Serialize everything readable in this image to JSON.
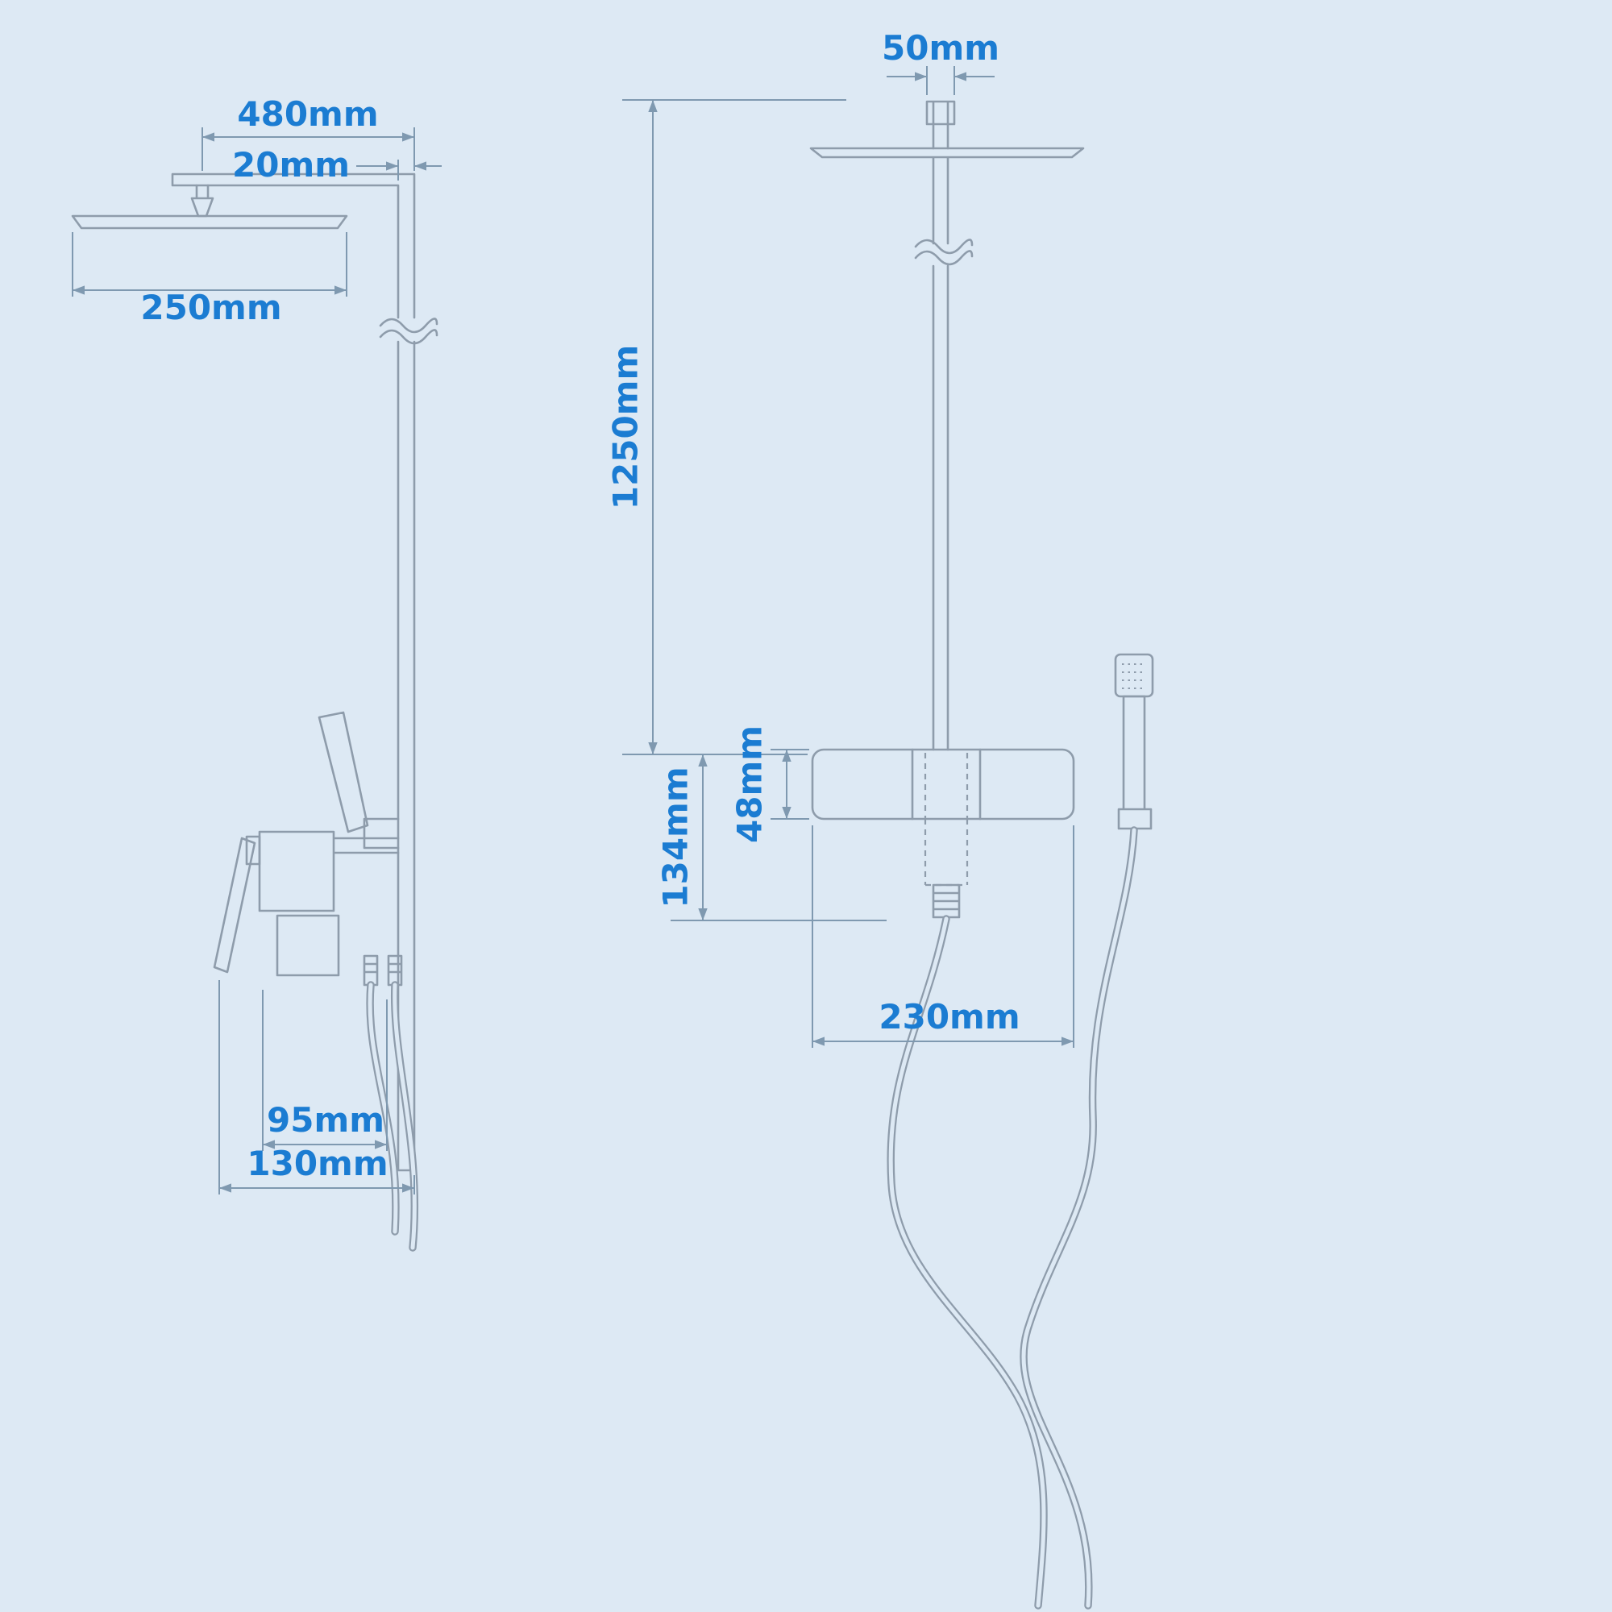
{
  "colors": {
    "background": "#dde9f4",
    "fixture_line": "#8e9cab",
    "dimension_line": "#7f99b0",
    "label_text": "#1b7cd2"
  },
  "side": {
    "arm_length": "480mm",
    "pipe_width": "20mm",
    "head_width": "250mm",
    "valve_offset": "95mm",
    "overall_depth": "130mm"
  },
  "front": {
    "inlet_width": "50mm",
    "riser_height": "1250mm",
    "lower_section_height": "134mm",
    "bar_height": "48mm",
    "bar_width": "230mm"
  }
}
